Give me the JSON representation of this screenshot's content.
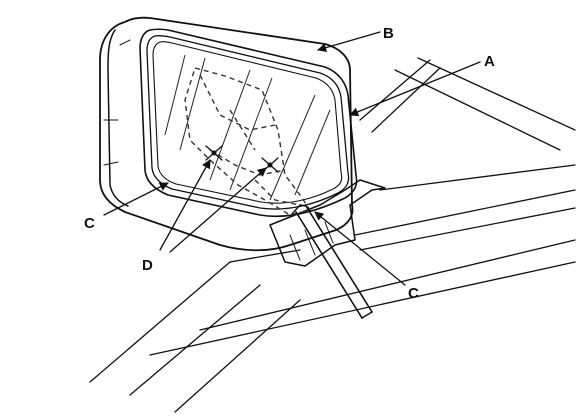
{
  "labels": {
    "a": "A",
    "b": "B",
    "c_left": "C",
    "c_right": "C",
    "d": "D"
  },
  "colors": {
    "ink": "#111111",
    "background": "#ffffff"
  }
}
